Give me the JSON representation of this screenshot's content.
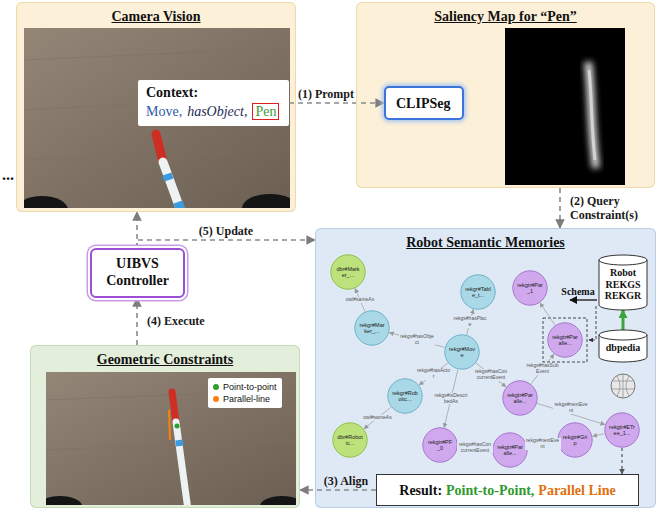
{
  "diagram": {
    "nodes": [
      {
        "text": [
          "Camera Vision"
        ]
      },
      {
        "text": [
          "Context:",
          "Move,",
          "hasObject,",
          "Pen"
        ],
        "in": 0
      },
      {
        "text": [
          "Saliency Map for “Pen”"
        ]
      },
      {
        "text": [
          "CLIPSeg"
        ],
        "in": 2
      },
      {
        "text": [
          "UIBVS Controller"
        ]
      },
      {
        "text": [
          "Robot Semantic Memories"
        ]
      },
      {
        "text": [
          "dbr#Marker_..."
        ],
        "in": 5
      },
      {
        "text": [
          "rekgr#Marker_..."
        ],
        "in": 5
      },
      {
        "text": [
          "rekgr#Table_t..."
        ],
        "in": 5
      },
      {
        "text": [
          "rekgr#Move"
        ],
        "in": 5
      },
      {
        "text": [
          "rekgr#Robotic..."
        ],
        "in": 5
      },
      {
        "text": [
          "dbr#Robotic..."
        ],
        "in": 5
      },
      {
        "text": [
          "rekgtr#Par_1"
        ],
        "in": 5
      },
      {
        "text": [
          "rekgtr#Paralle..."
        ],
        "in": 5
      },
      {
        "text": [
          "rekgtr#Paralle..."
        ],
        "in": 5
      },
      {
        "text": [
          "rekgtr#ETree_1..."
        ],
        "in": 5
      },
      {
        "text": [
          "rekgtr#PF_0"
        ],
        "in": 5
      },
      {
        "text": [
          "rekgtr#Grip"
        ],
        "in": 5
      },
      {
        "text": [
          "rekgtr#Paralle..."
        ],
        "in": 5
      },
      {
        "text": [
          "Robot",
          "REKGS",
          "REKGR"
        ],
        "in": 5
      },
      {
        "text": [
          "dbpedia"
        ],
        "in": 5
      },
      {
        "text": [
          "Result:",
          "Point-to-Point,",
          "Parallel Line"
        ],
        "in": 5
      },
      {
        "text": [
          "Geometric Constraints"
        ]
      }
    ],
    "edges": [
      {
        "from": 1,
        "to": 3,
        "arrow": "to",
        "label": "(1) Prompt"
      },
      {
        "from": 2,
        "to": 5,
        "arrow": "to",
        "label": "(2) Query Constraint(s)"
      },
      {
        "from": 21,
        "to": 22,
        "arrow": "to",
        "label": "(3) Align"
      },
      {
        "from": 22,
        "to": 4,
        "arrow": "to",
        "label": "(4) Execute"
      },
      {
        "from": 4,
        "to": 5,
        "arrow": "to",
        "label": "(5) Update"
      },
      {
        "from": 4,
        "to": 0,
        "arrow": "to"
      },
      {
        "from": 7,
        "to": 6,
        "arrow": "to",
        "label": "owl#sameAs"
      },
      {
        "from": 9,
        "to": 7,
        "arrow": "to",
        "label": "rekgs#hasObject"
      },
      {
        "from": 9,
        "to": 8,
        "arrow": "to",
        "label": "rekgs#hasPlace"
      },
      {
        "from": 9,
        "to": 10,
        "arrow": "to",
        "label": "rekgs#hasActor"
      },
      {
        "from": 10,
        "to": 11,
        "arrow": "to",
        "label": "owl#sameAs"
      },
      {
        "from": 9,
        "to": 14,
        "arrow": "to",
        "label": "rekgs#hasConcurrentEvent"
      },
      {
        "from": 9,
        "to": 16,
        "arrow": "to",
        "label": "rekgs#isDescribedAs"
      },
      {
        "from": 16,
        "to": 18,
        "arrow": "to",
        "label": "rekgs#hasConcurrentEvent"
      },
      {
        "from": 14,
        "to": 13,
        "arrow": "to",
        "label": "rekgs#hasSubEvent"
      },
      {
        "from": 13,
        "to": 12,
        "arrow": "to"
      },
      {
        "from": 14,
        "to": 15,
        "arrow": "to",
        "label": "rekgs#nextEvent"
      },
      {
        "from": 15,
        "to": 17,
        "arrow": "to"
      },
      {
        "from": 17,
        "to": 18,
        "arrow": "to",
        "label": "rekgs#nextEvent"
      },
      {
        "from": 15,
        "to": 21,
        "arrow": "to"
      },
      {
        "from": 20,
        "to": 19,
        "arrow": "to"
      }
    ],
    "labels": [
      "...",
      "Schema"
    ],
    "legend": [
      {
        "text": "Point-to-point",
        "color": "#2ca02c"
      },
      {
        "text": "Parallel-line",
        "color": "#ff7f0e"
      }
    ]
  }
}
